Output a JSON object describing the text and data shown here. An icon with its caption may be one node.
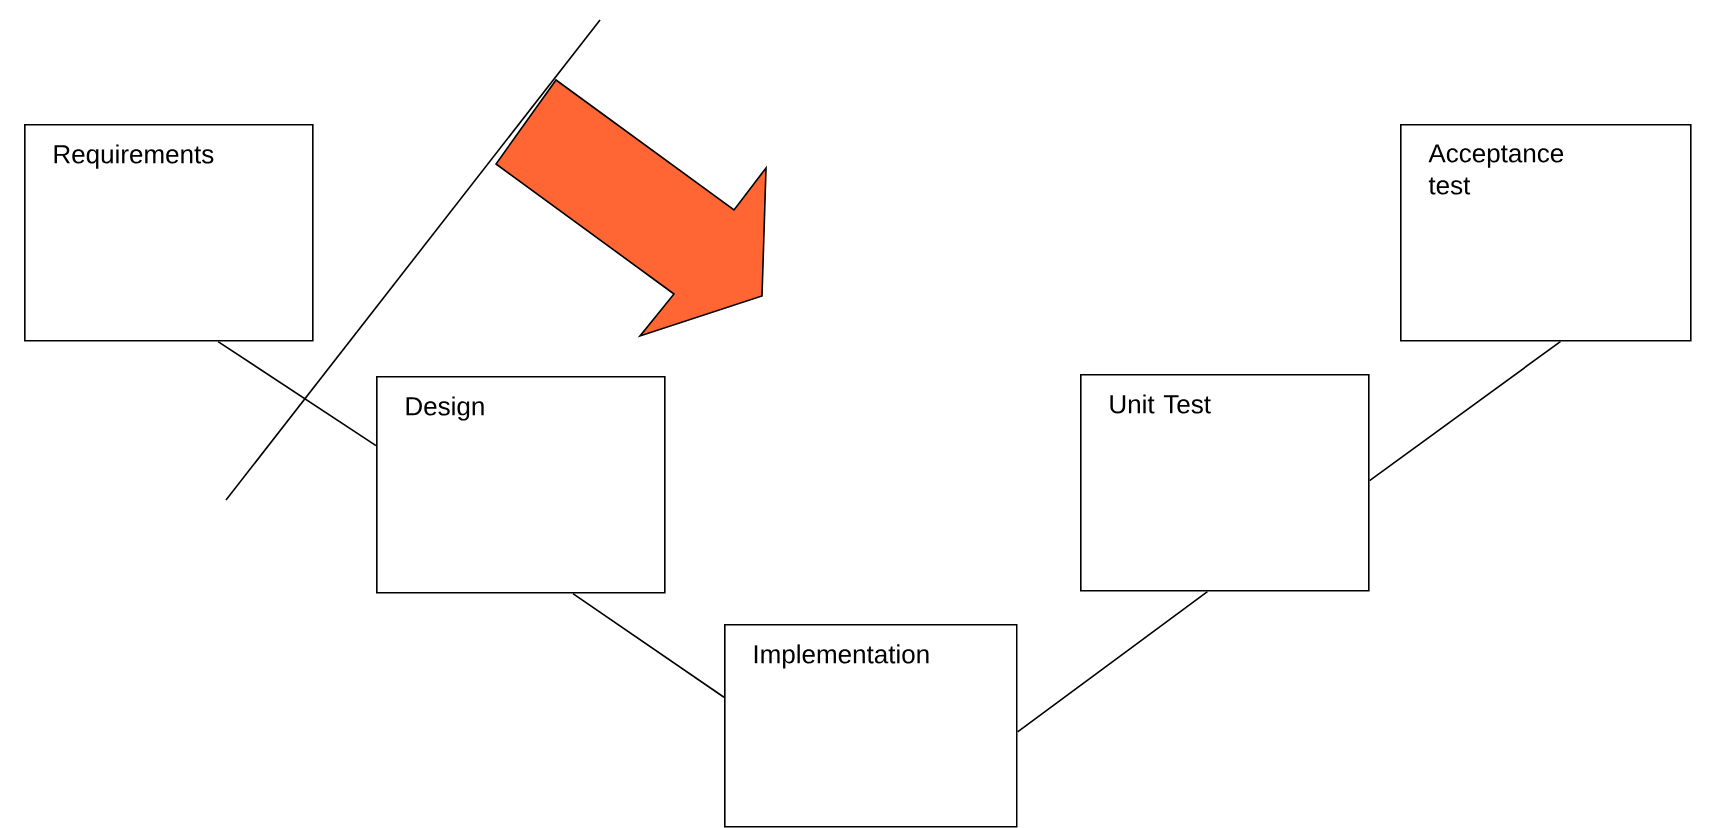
{
  "diagram": {
    "nodes": [
      {
        "text": [
          "Requirements"
        ]
      },
      {
        "text": [
          "Design"
        ]
      },
      {
        "text": [
          "Implementation"
        ]
      },
      {
        "text": [
          "Unit Test"
        ]
      },
      {
        "text": [
          "Acceptance test"
        ]
      }
    ],
    "edges": [
      {
        "from": 0,
        "to": 1,
        "arrow": "none"
      },
      {
        "from": 1,
        "to": 2,
        "arrow": "none"
      },
      {
        "from": 2,
        "to": 3,
        "arrow": "none"
      },
      {
        "from": 3,
        "to": 4,
        "arrow": "none"
      }
    ]
  }
}
